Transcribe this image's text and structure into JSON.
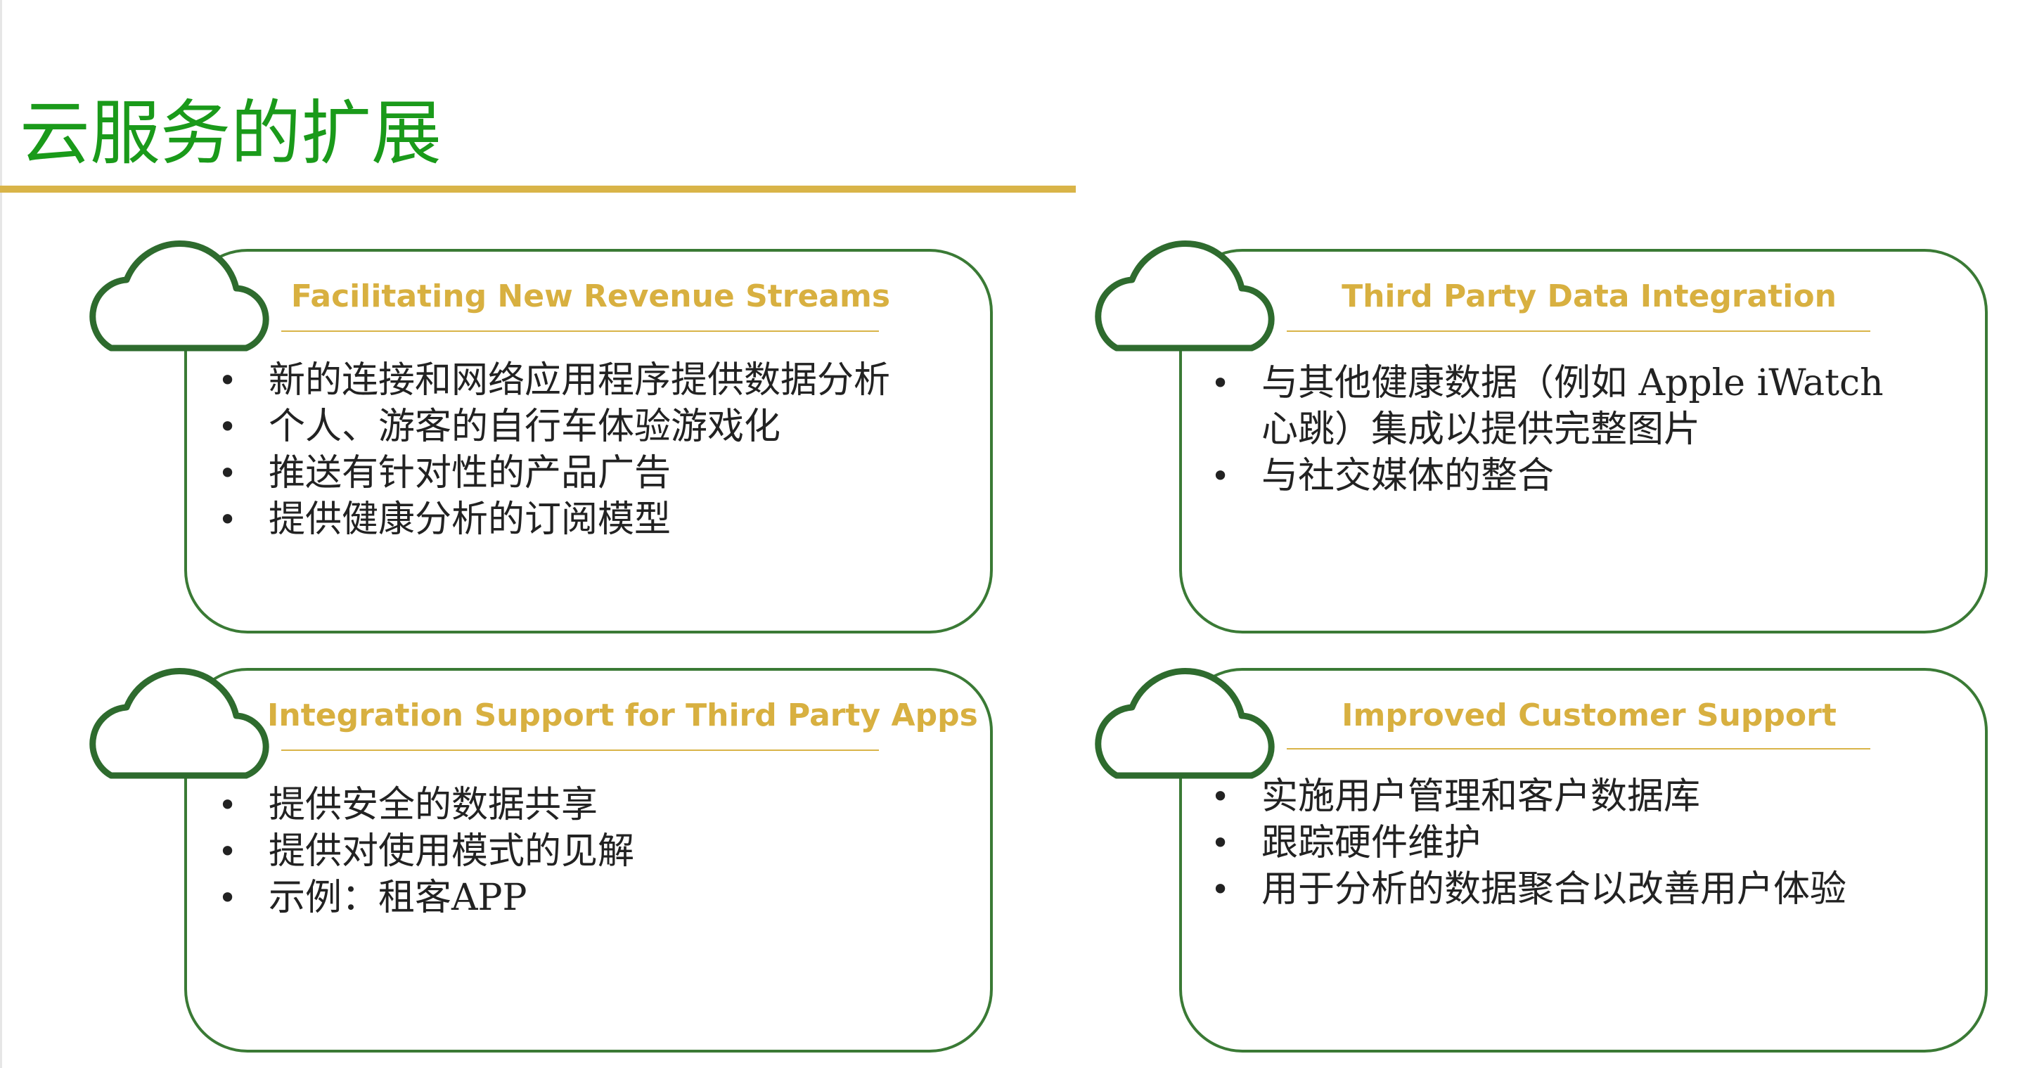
{
  "page": {
    "title": "云服务的扩展"
  },
  "colors": {
    "title_green": "#1a9a1a",
    "accent_gold": "#d9b448",
    "card_border_green": "#3a7a35",
    "cloud_green": "#2e6b2e"
  },
  "cards": [
    {
      "heading": "Facilitating New Revenue Streams",
      "icon": "cloud-icon",
      "bullets": [
        "新的连接和网络应用程序提供数据分析",
        "个人、游客的自行车体验游戏化",
        "推送有针对性的产品广告",
        "提供健康分析的订阅模型"
      ]
    },
    {
      "heading": "Third Party Data Integration",
      "icon": "cloud-icon",
      "bullets": [
        "与其他健康数据（例如 Apple iWatch",
        "心跳）集成以提供完整图片",
        "与社交媒体的整合"
      ]
    },
    {
      "heading": "Integration Support for Third Party Apps",
      "icon": "cloud-icon",
      "bullets": [
        "提供安全的数据共享",
        "提供对使用模式的见解",
        "示例：租客APP"
      ]
    },
    {
      "heading": "Improved Customer Support",
      "icon": "cloud-icon",
      "bullets": [
        "实施用户管理和客户数据库",
        "跟踪硬件维护",
        "用于分析的数据聚合以改善用户体验"
      ]
    }
  ]
}
